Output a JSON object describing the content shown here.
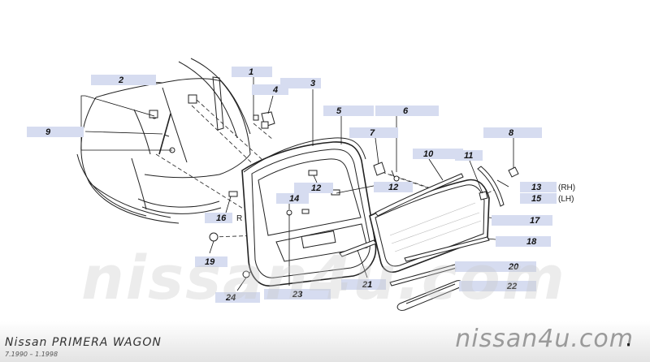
{
  "watermark": "nissan4u.com",
  "footer": {
    "model": "Nissan PRIMERA WAGON",
    "dates": "7.1990 – 1.1998",
    "brand": "nissan4u.com"
  },
  "callouts": [
    {
      "id": "c1",
      "label": "1"
    },
    {
      "id": "c2",
      "label": "2"
    },
    {
      "id": "c3",
      "label": "3"
    },
    {
      "id": "c4",
      "label": "4"
    },
    {
      "id": "c5",
      "label": "5"
    },
    {
      "id": "c6",
      "label": "6"
    },
    {
      "id": "c7",
      "label": "7"
    },
    {
      "id": "c8",
      "label": "8"
    },
    {
      "id": "c9",
      "label": "9"
    },
    {
      "id": "c10",
      "label": "10"
    },
    {
      "id": "c11",
      "label": "11"
    },
    {
      "id": "c12a",
      "label": "12"
    },
    {
      "id": "c12b",
      "label": "12"
    },
    {
      "id": "c13",
      "label": "13"
    },
    {
      "id": "c14",
      "label": "14"
    },
    {
      "id": "c15",
      "label": "15"
    },
    {
      "id": "c16",
      "label": "16"
    },
    {
      "id": "c17",
      "label": "17"
    },
    {
      "id": "c18",
      "label": "18"
    },
    {
      "id": "c19",
      "label": "19"
    },
    {
      "id": "c20",
      "label": "20"
    },
    {
      "id": "c21",
      "label": "21"
    },
    {
      "id": "c22",
      "label": "22"
    },
    {
      "id": "c23",
      "label": "23"
    },
    {
      "id": "c24",
      "label": "24"
    }
  ],
  "annotations": {
    "rh": "(RH)",
    "lh": "(LH)",
    "r_mark": "R"
  }
}
